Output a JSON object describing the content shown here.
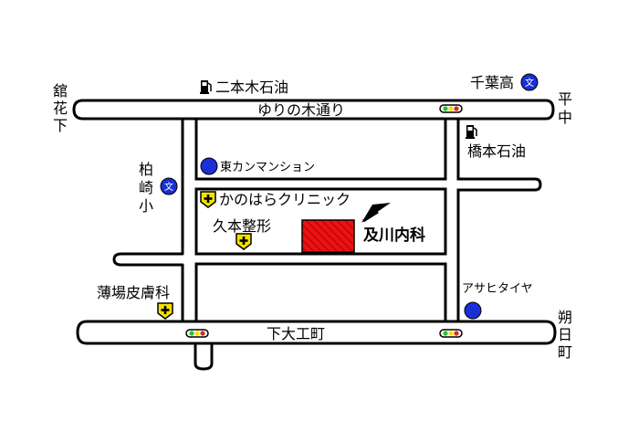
{
  "roads": {
    "top": "ゆりの木通り",
    "bottom": "下大工町"
  },
  "directions": {
    "top_left": [
      "舘",
      "花",
      "下"
    ],
    "top_right": [
      "平",
      "中"
    ],
    "bottom_right": [
      "朔",
      "日",
      "町"
    ]
  },
  "places": {
    "gas_nihongi": "二本木石油",
    "gas_hashimoto": "橋本石油",
    "school_chiba": "千葉高",
    "school_kashiwazaki": [
      "柏",
      "崎",
      "小"
    ],
    "mansion": "東カンマンション",
    "clinic_kanohara": "かのはらクリニック",
    "kumoto": "久本整形",
    "usuba": "薄場皮膚科",
    "asahi": "アサヒタイヤ",
    "target": "及川内科"
  },
  "icons": {
    "school_glyph": "文",
    "school_icon": "school-icon",
    "gas_icon": "gas-station-icon",
    "hospital_icon": "hospital-cross-icon",
    "building_icon": "building-dot-icon",
    "signal_icon": "traffic-signal-icon"
  },
  "colors": {
    "target_fill": "#ee1111",
    "dot_blue": "#1a2fd6",
    "hospital_yellow": "#f2e300",
    "signal_red": "#e8261c",
    "signal_green": "#2fc12f"
  }
}
